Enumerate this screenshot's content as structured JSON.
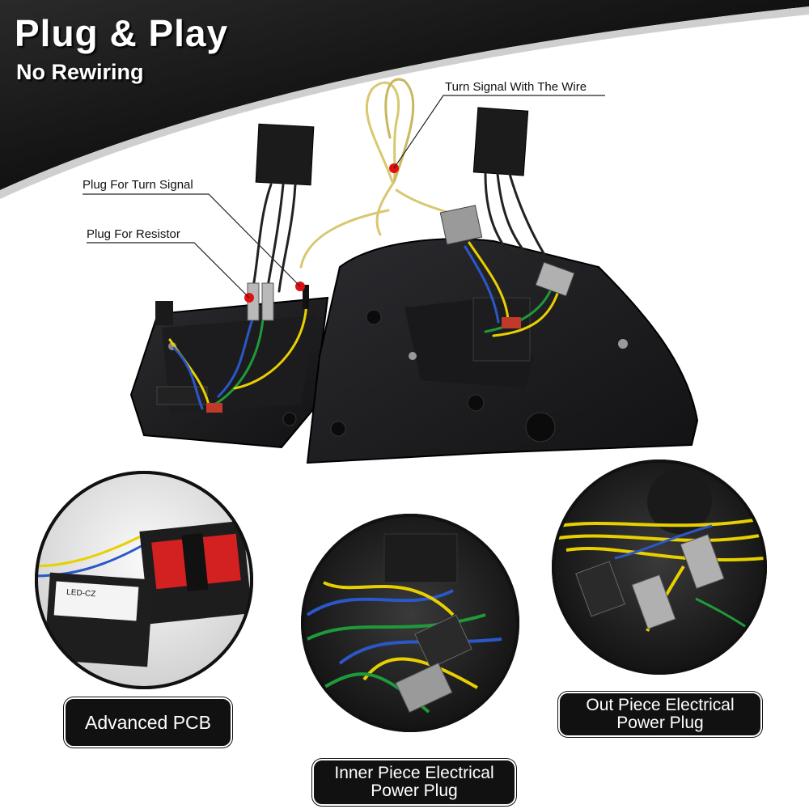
{
  "header": {
    "title": "Plug & Play",
    "subtitle": "No Rewiring"
  },
  "callouts": {
    "turn_signal_wire": "Turn Signal With The Wire",
    "plug_turn_signal": "Plug For Turn Signal",
    "plug_resistor": "Plug For Resistor"
  },
  "insets": {
    "pcb": {
      "label": "Advanced PCB",
      "module_text": "LED-CZ"
    },
    "inner": {
      "label_line1": "Inner Piece Electrical",
      "label_line2": "Power Plug"
    },
    "outer": {
      "label_line1": "Out Piece Electrical",
      "label_line2": "Power Plug"
    }
  },
  "colors": {
    "marker": "#e01010",
    "banner": "#111111",
    "wire_yellow": "#e8d000",
    "wire_blue": "#2a58c8",
    "wire_green": "#1f9a3a"
  }
}
